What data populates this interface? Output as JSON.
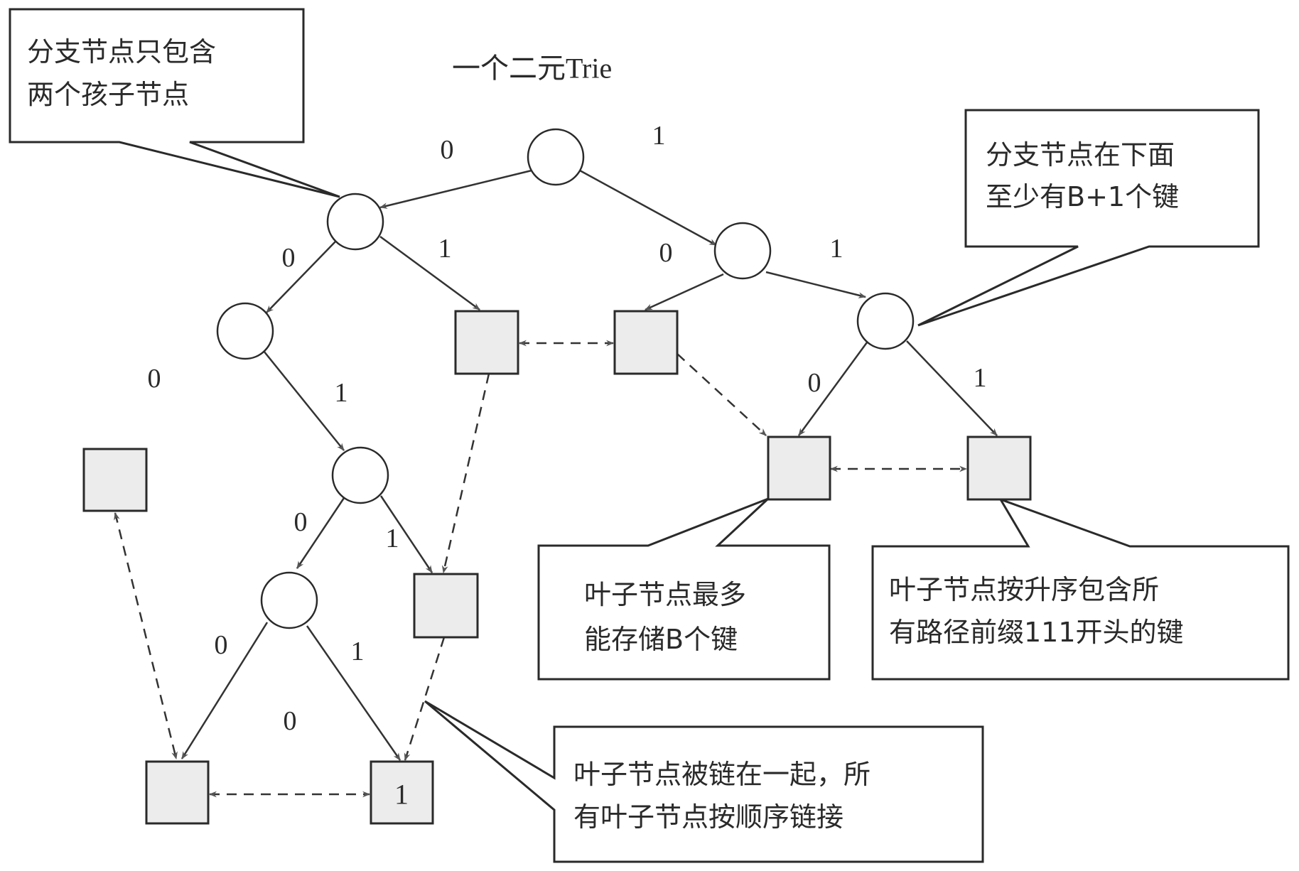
{
  "title": "一个二元Trie",
  "callouts": {
    "top_left": {
      "lines": [
        "分支节点只包含",
        "两个孩子节点"
      ]
    },
    "top_right": {
      "lines": [
        "分支节点在下面",
        "至少有B+1个键"
      ]
    },
    "mid_left": {
      "lines": [
        "叶子节点最多",
        "能存储B个键"
      ]
    },
    "mid_right": {
      "lines": [
        "叶子节点按升序包含所",
        "有路径前缀111开头的键"
      ]
    },
    "bottom": {
      "lines": [
        "叶子节点被链在一起，所",
        "有叶子节点按顺序链接"
      ]
    }
  },
  "edge_labels": {
    "root_0": "0",
    "root_1": "1",
    "l_0": "0",
    "l_1": "1",
    "r_0": "0",
    "r_1": "1",
    "ll_1": "1",
    "ll_0": "0",
    "lr_0": "0",
    "lr_1": "1",
    "llr_0": "0",
    "llr_1": "1",
    "rr_0": "0",
    "rr_1": "1",
    "bottom_0": "0"
  },
  "leaf_values": {
    "leaf_bottom_right": "1"
  },
  "colors": {
    "stroke": "#2a2a2a",
    "leaf_fill": "#ececec",
    "branch_fill": "#ffffff"
  }
}
